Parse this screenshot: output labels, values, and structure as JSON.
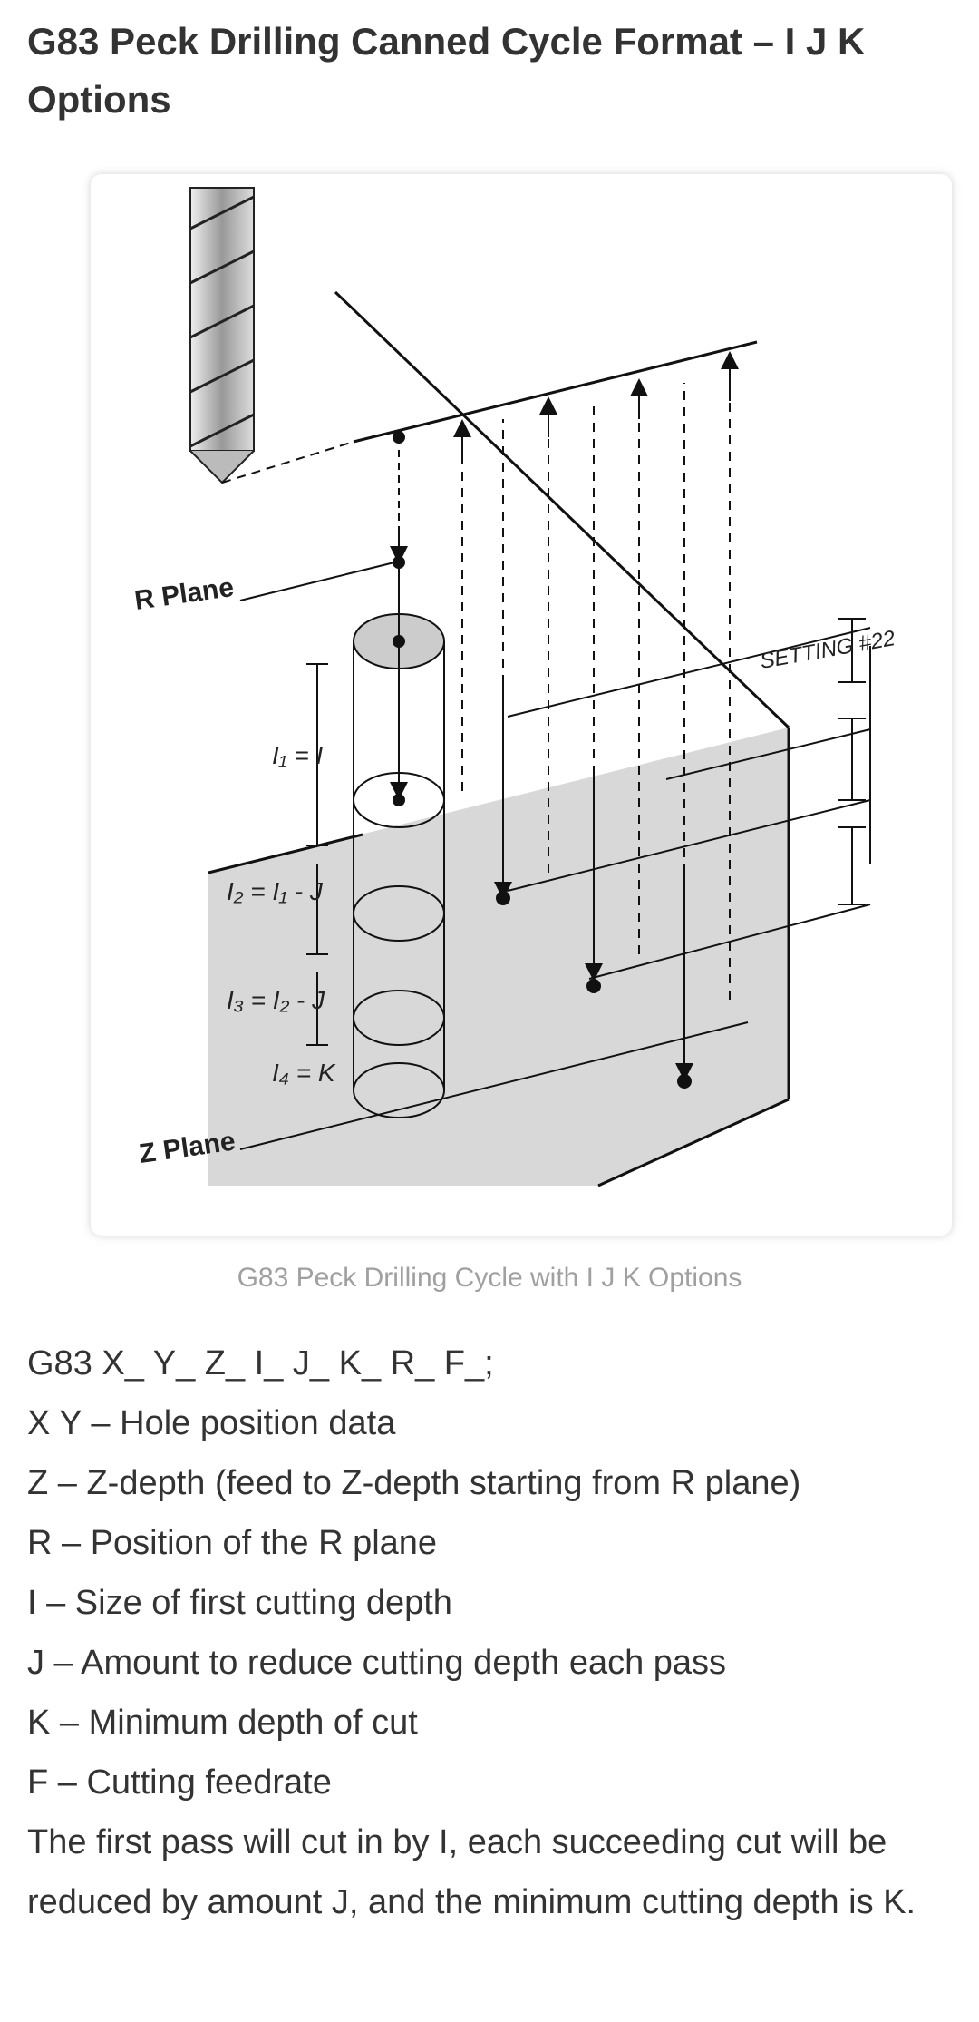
{
  "title": "G83 Peck Drilling Canned Cycle Format – I J K Options",
  "figure": {
    "caption": "G83 Peck Drilling Cycle with I J K Options",
    "labels": {
      "r_plane": "R Plane",
      "z_plane": "Z Plane",
      "setting": "SETTING #22",
      "i1": "I₁ = I",
      "i2": "I₂ = I₁ - J",
      "i3": "I₃ = I₂ - J",
      "i4": "I₄ = K"
    }
  },
  "body_lines": [
    "G83 X_ Y_ Z_ I_ J_ K_ R_ F_;",
    "X Y – Hole position data",
    "Z – Z-depth (feed to Z-depth starting from R plane)",
    "R – Position of the R plane",
    "I – Size of first cutting depth",
    "J – Amount to reduce cutting depth each pass",
    "K – Minimum depth of cut",
    "F – Cutting feedrate"
  ],
  "paragraph": "The first pass will cut in by I, each succeeding cut will be reduced by amount J, and the minimum cutting depth is K."
}
